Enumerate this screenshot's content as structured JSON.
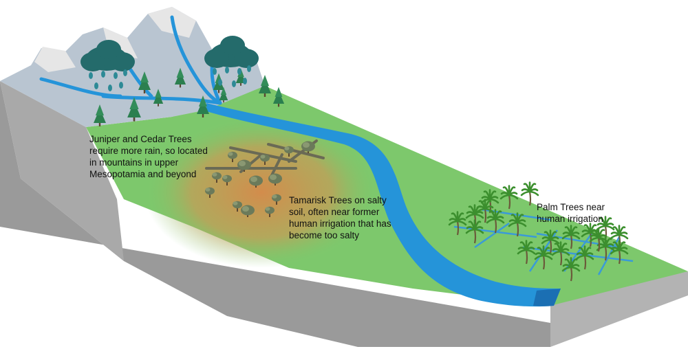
{
  "labels": {
    "juniper": {
      "lines": [
        "Juniper and Cedar Trees",
        "require more rain, so located",
        "in mountains in upper",
        "Mesopotamia and beyond"
      ]
    },
    "tamarisk": {
      "lines": [
        "Tamarisk Trees on salty",
        "soil, often near former",
        "human irrigation that has",
        "become too salty"
      ]
    },
    "palm": {
      "lines": [
        "Palm Trees near",
        "human irrigation"
      ]
    }
  },
  "colors": {
    "land_top": "#7dc86c",
    "land_front": "#9a9a9a",
    "land_side": "#b3b3b3",
    "mountain": "#b9c5d1",
    "snow": "#e6e6e6",
    "river": "#2594d9",
    "river_dark": "#1b6fb3",
    "salt_soil": "#d7894a",
    "cloud": "#246b6b",
    "rain": "#2d8a96",
    "cedar": "#2b7f4f",
    "palm": "#3c8f2e",
    "tamarisk": "#6b7a5a",
    "canal": "#3a9ad8"
  }
}
